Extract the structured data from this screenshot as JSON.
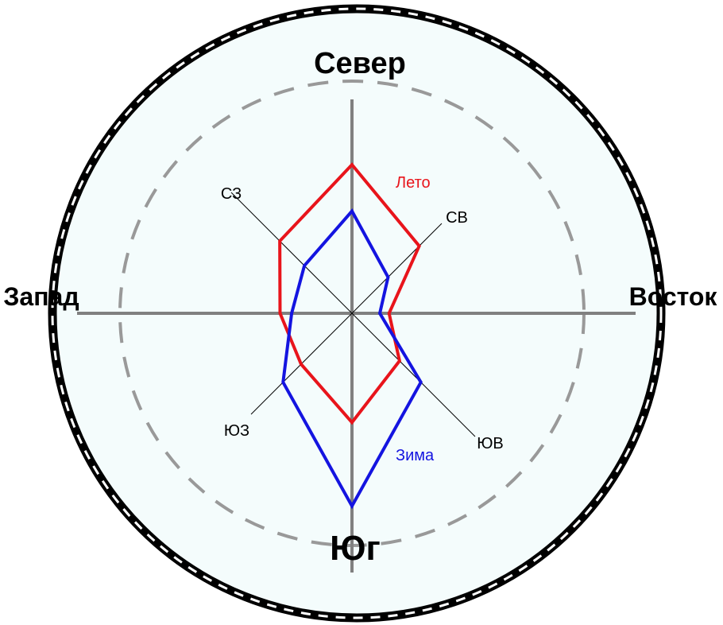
{
  "chart_data": {
    "type": "radar",
    "title": "",
    "directions": [
      "N",
      "NE",
      "E",
      "SE",
      "S",
      "SW",
      "W",
      "NW"
    ],
    "labels": {
      "north": "Север",
      "south": "Юг",
      "west": "Запад",
      "east": "Восток",
      "northwest": "СЗ",
      "northeast": "СВ",
      "southwest": "ЮЗ",
      "southeast": "ЮВ"
    },
    "rmax": 10,
    "reference_circle": 10,
    "series": [
      {
        "name": "Лето",
        "color": "#e8141b",
        "values": [
          6.4,
          4.1,
          1.6,
          2.9,
          4.7,
          3.1,
          3.1,
          4.4
        ]
      },
      {
        "name": "Зима",
        "color": "#1414e0",
        "values": [
          4.4,
          2.2,
          1.2,
          4.2,
          8.3,
          4.2,
          2.6,
          2.9
        ]
      }
    ]
  }
}
